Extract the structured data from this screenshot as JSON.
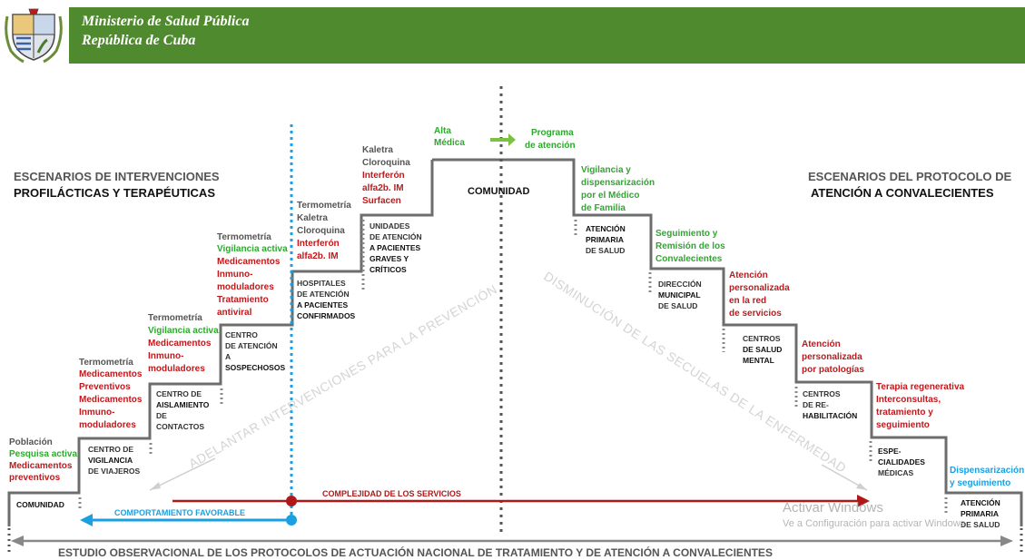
{
  "header": {
    "title": "Ministerio de Salud Pública",
    "subtitle": "República de Cuba"
  },
  "left_heading": {
    "line1": "ESCENARIOS DE INTERVENCIONES",
    "line2": "PROFILÁCTICAS Y TERAPÉUTICAS"
  },
  "right_heading": {
    "line1": "ESCENARIOS DEL PROTOCOLO DE",
    "line2": "ATENCIÓN A CONVALECIENTES"
  },
  "left_steps": [
    {
      "label": [
        "COMUNIDAD"
      ],
      "notes": [
        {
          "text": "Población",
          "color": "gray"
        },
        {
          "text": "Pesquisa activa",
          "color": "green"
        },
        {
          "text": "Medicamentos",
          "color": "red"
        },
        {
          "text": "preventivos",
          "color": "red"
        }
      ]
    },
    {
      "label": [
        "CENTRO DE",
        "VIGILANCIA",
        "DE VIAJEROS"
      ],
      "notes": [
        {
          "text": "Termometría",
          "color": "gray"
        },
        {
          "text": "Medicamentos",
          "color": "red"
        },
        {
          "text": "Preventivos",
          "color": "red"
        },
        {
          "text": "Medicamentos",
          "color": "red"
        },
        {
          "text": "Inmuno-",
          "color": "red"
        },
        {
          "text": "moduladores",
          "color": "red"
        }
      ]
    },
    {
      "label": [
        "CENTRO DE",
        "AISLAMIENTO",
        "DE",
        "CONTACTOS"
      ],
      "notes": [
        {
          "text": "Termometría",
          "color": "gray"
        },
        {
          "text": "Vigilancia activa",
          "color": "green"
        },
        {
          "text": "Medicamentos",
          "color": "red"
        },
        {
          "text": "Inmuno-",
          "color": "red"
        },
        {
          "text": "moduladores",
          "color": "red"
        }
      ]
    },
    {
      "label": [
        "CENTRO",
        "DE ATENCIÓN",
        "A",
        "SOSPECHOSOS"
      ],
      "notes": [
        {
          "text": "Termometría",
          "color": "gray"
        },
        {
          "text": "Vigilancia activa",
          "color": "green"
        },
        {
          "text": "Medicamentos",
          "color": "red"
        },
        {
          "text": "Inmuno-",
          "color": "red"
        },
        {
          "text": "moduladores",
          "color": "red"
        },
        {
          "text": "Tratamiento",
          "color": "red"
        },
        {
          "text": "antiviral",
          "color": "red"
        }
      ]
    },
    {
      "label": [
        "HOSPITALES",
        "DE ATENCIÓN",
        "A PACIENTES",
        "CONFIRMADOS"
      ],
      "notes": [
        {
          "text": "Termometría",
          "color": "gray"
        },
        {
          "text": "Kaletra",
          "color": "gray"
        },
        {
          "text": "Cloroquina",
          "color": "gray"
        },
        {
          "text": "Interferón",
          "color": "red"
        },
        {
          "text": "alfa2b. IM",
          "color": "red"
        }
      ]
    },
    {
      "label": [
        "UNIDADES",
        "DE ATENCIÓN",
        "A PACIENTES",
        "GRAVES Y",
        "CRÍTICOS"
      ],
      "notes": [
        {
          "text": "Kaletra",
          "color": "gray"
        },
        {
          "text": "Cloroquina",
          "color": "gray"
        },
        {
          "text": "Interferón",
          "color": "red"
        },
        {
          "text": "alfa2b. IM",
          "color": "red"
        },
        {
          "text": "Surfacen",
          "color": "red"
        }
      ]
    }
  ],
  "top": {
    "label": "COMUNIDAD",
    "alta_line1": "Alta",
    "alta_line2": "Médica",
    "programa_line1": "Programa",
    "programa_line2": "de atención"
  },
  "right_steps": [
    {
      "label": [
        "ATENCIÓN",
        "PRIMARIA",
        "DE SALUD"
      ],
      "notes": [
        "Vigilancia y",
        "dispensarización",
        "por el Médico",
        "de Familia"
      ],
      "color": "green"
    },
    {
      "label": [
        "DIRECCIÓN",
        "MUNICIPAL",
        "DE SALUD"
      ],
      "notes": [
        "Seguimiento y",
        "Remisión de los",
        "Convalecientes"
      ],
      "color": "green"
    },
    {
      "label": [
        "CENTROS",
        "DE SALUD",
        "MENTAL"
      ],
      "notes": [
        "Atención",
        "personalizada",
        "en la red",
        "de servicios"
      ],
      "color": "red"
    },
    {
      "label": [
        "CENTROS",
        "DE RE-",
        "HABILITACIÓN"
      ],
      "notes": [
        "Atención",
        "personalizada",
        "por patologías"
      ],
      "color": "red"
    },
    {
      "label": [
        "ESPE-",
        "CIALIDADES",
        "MÉDICAS"
      ],
      "notes": [
        "Terapia regenerativa",
        "Interconsultas,",
        "tratamiento y",
        "seguimiento"
      ],
      "color": "red"
    },
    {
      "label": [
        "ATENCIÓN",
        "PRIMARIA",
        "DE SALUD"
      ],
      "notes": [
        "Dispensarización",
        "y seguimiento"
      ],
      "color": "blue"
    }
  ],
  "diagonals": {
    "left": "ADELANTAR INTERVENCIONES PARA LA PREVENCIÓN",
    "right": "DISMINUCIÓN DE LAS SECUELAS DE LA ENFERMEDAD"
  },
  "arrows": {
    "complejidad": "COMPLEJIDAD DE LOS SERVICIOS",
    "comportamiento": "COMPORTAMIENTO FAVORABLE",
    "estudio": "ESTUDIO OBSERVACIONAL DE LOS PROTOCOLOS DE  ACTUACIÓN NACIONAL DE TRATAMIENTO Y DE ATENCIÓN A CONVALECIENTES"
  },
  "windows_watermark": {
    "line1": "Activar Windows",
    "line2": "Ve a Configuración para activar Windows."
  },
  "colors": {
    "header_green": "#4f8a2e",
    "step_line": "#6d6d6d",
    "red": "#c0191c",
    "green": "#2ea82e",
    "blue": "#1aa0e0"
  }
}
